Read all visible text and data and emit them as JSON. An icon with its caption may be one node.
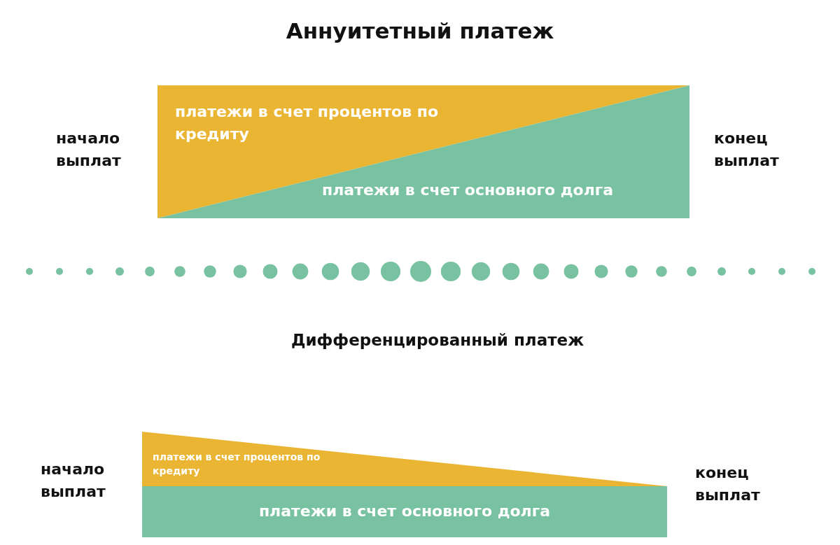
{
  "diagram": {
    "nodes": [
      {
        "text": [
          "платежи в счет процентов по кредиту"
        ]
      },
      {
        "text": [
          "платежи в счет основного долга"
        ]
      },
      {
        "text": [
          "платежи в счет процентов по кредиту"
        ]
      },
      {
        "text": [
          "платежи в счет основного долга"
        ]
      }
    ],
    "labels": [
      "Аннуитетный платеж",
      "начало выплат",
      "конец выплат",
      "Дифференцированный платеж",
      "начало выплат",
      "конец выплат"
    ]
  }
}
